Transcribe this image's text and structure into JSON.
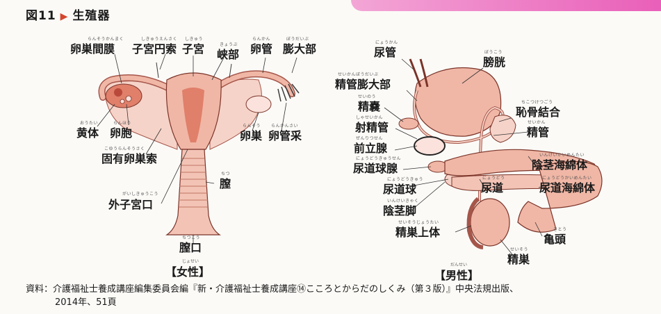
{
  "figure": {
    "number": "図11",
    "title": "生殖器"
  },
  "female": {
    "caption": "【女性】",
    "caption_ruby": "じょせい",
    "labels": [
      {
        "key": "ovarian_mesentery",
        "text": "卵巣間膜",
        "ruby": "らんそうかんまく"
      },
      {
        "key": "round_ligament",
        "text": "子宮円索",
        "ruby": "しきゅうえんさく"
      },
      {
        "key": "uterus",
        "text": "子宮",
        "ruby": "しきゅう"
      },
      {
        "key": "isthmus",
        "text": "峡部",
        "ruby": "きょうぶ"
      },
      {
        "key": "oviduct",
        "text": "卵管",
        "ruby": "らんかん"
      },
      {
        "key": "ampulla",
        "text": "膨大部",
        "ruby": "ぼうだいぶ"
      },
      {
        "key": "corpus_luteum",
        "text": "黄体",
        "ruby": "おうたい"
      },
      {
        "key": "follicle",
        "text": "卵胞",
        "ruby": "らんほう"
      },
      {
        "key": "ovary",
        "text": "卵巣",
        "ruby": "らんそう"
      },
      {
        "key": "fimbriae",
        "text": "卵管采",
        "ruby": "らんかんさい"
      },
      {
        "key": "ovarian_ligament",
        "text": "固有卵巣索",
        "ruby": "こゆうらんそうさく"
      },
      {
        "key": "vagina",
        "text": "膣",
        "ruby": "ちつ"
      },
      {
        "key": "external_os",
        "text": "外子宮口",
        "ruby": "がいしきゅうこう"
      },
      {
        "key": "vaginal_orifice",
        "text": "膣口",
        "ruby": "ちつこう"
      }
    ]
  },
  "male": {
    "caption": "【男性】",
    "caption_ruby": "だんせい",
    "labels": [
      {
        "key": "ureter",
        "text": "尿管",
        "ruby": "にょうかん"
      },
      {
        "key": "bladder",
        "text": "膀胱",
        "ruby": "ぼうこう"
      },
      {
        "key": "vas_ampulla",
        "text": "精管膨大部",
        "ruby": "せいかんぼうだいぶ"
      },
      {
        "key": "seminal_vesicle",
        "text": "精嚢",
        "ruby": "せいのう"
      },
      {
        "key": "ejaculatory_duct",
        "text": "射精管",
        "ruby": "しゃせいかん"
      },
      {
        "key": "prostate",
        "text": "前立腺",
        "ruby": "ぜんりつせん"
      },
      {
        "key": "bulbourethral",
        "text": "尿道球腺",
        "ruby": "にょうどうきゅうせん"
      },
      {
        "key": "urethral_bulb",
        "text": "尿道球",
        "ruby": "にょうどうきゅう"
      },
      {
        "key": "crus",
        "text": "陰茎脚",
        "ruby": "いんけいきゃく"
      },
      {
        "key": "pubic_symphysis",
        "text": "恥骨結合",
        "ruby": "ちこつけつごう"
      },
      {
        "key": "vas_deferens",
        "text": "精管",
        "ruby": "せいかん"
      },
      {
        "key": "corpus_cavernosum",
        "text": "陰茎海綿体",
        "ruby": "いんけいかいめんたい"
      },
      {
        "key": "corpus_spongiosum",
        "text": "尿道海綿体",
        "ruby": "にょうどうかいめんたい"
      },
      {
        "key": "urethra",
        "text": "尿道",
        "ruby": "にょうどう"
      },
      {
        "key": "epididymis",
        "text": "精巣上体",
        "ruby": "せいそうじょうたい"
      },
      {
        "key": "glans",
        "text": "亀頭",
        "ruby": "きとう"
      },
      {
        "key": "testis",
        "text": "精巣",
        "ruby": "せいそう"
      }
    ]
  },
  "source": {
    "line1": "資料：介護福祉士養成講座編集委員会編『新・介護福祉士養成講座⑭こころとからだのしくみ（第３版）』中央法規出版、",
    "line2": "2014年、51頁"
  },
  "colors": {
    "tissue": "#f0b7a6",
    "tissue_dark": "#e07f6a",
    "duct": "#e8a497",
    "arrow": "#d4462e",
    "tab": "#e95fb9"
  }
}
